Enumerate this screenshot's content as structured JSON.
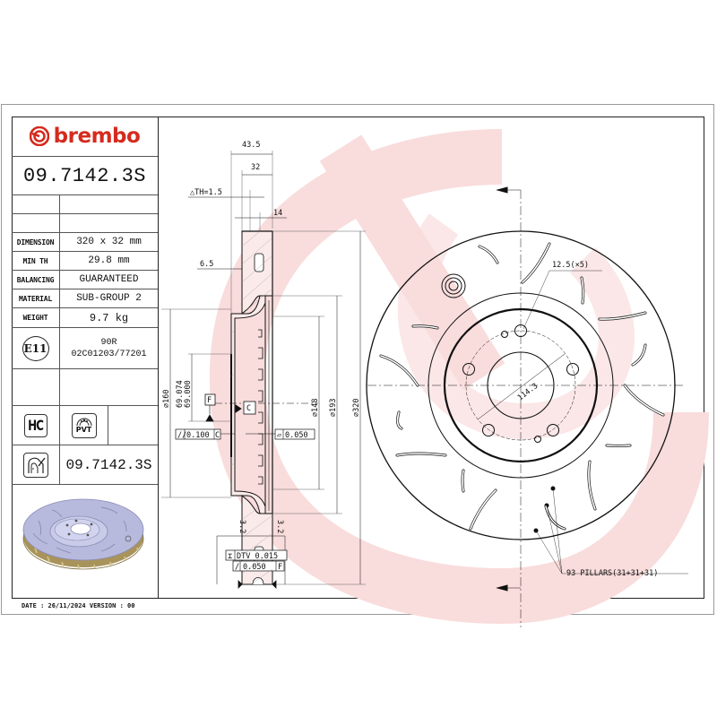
{
  "header": {
    "brand": "brembo",
    "part_number": "09.7142.3S"
  },
  "specs": [
    {
      "label": "DIMENSION",
      "value": "320 x 32 mm"
    },
    {
      "label": "MIN TH",
      "value": "29.8 mm"
    },
    {
      "label": "BALANCING",
      "value": "GUARANTEED"
    },
    {
      "label": "MATERIAL",
      "value": "SUB-GROUP 2"
    },
    {
      "label": "WEIGHT",
      "value": "9.7 kg"
    }
  ],
  "homologation": {
    "mark": "E11",
    "line1": "90R",
    "line2": "02C01203/77201"
  },
  "badges": {
    "hc": "HC",
    "pvt": "PVT"
  },
  "product_line": {
    "part_number": "09.7142.3S"
  },
  "footer": {
    "text": "DATE : 26/11/2024 VERSION : 00"
  },
  "section_view": {
    "dim_overall_width": "43.5",
    "dim_thickness": "32",
    "dim_delta_th": "△TH=1.5",
    "dim_vane": "14",
    "dim_hat_wall": "6.5",
    "dia_160": "⌀160",
    "dia_bore_max": "69.074",
    "dia_bore_min": "69.000",
    "dia_bore_symbol": "⌀",
    "dia_148": "⌀148",
    "dia_193": "⌀193",
    "dia_320": "⌀320",
    "datum_f": "F",
    "datum_c": "C",
    "parallelism": "0.100",
    "parallelism_datum": "C",
    "flatness": "0.050",
    "dtv": "DTV 0.015",
    "runout": "0.050",
    "runout_datum": "F",
    "roughness_left": "3.2",
    "roughness_right": "3.2"
  },
  "front_view": {
    "bolt_hole": "12.5(×5)",
    "pcd": "114.3",
    "pillars": "93 PILLARS(31+31+31)"
  },
  "colors": {
    "brand_red": "#d52b1e",
    "watermark": "#f8dada",
    "line": "#111111",
    "disc_render": "#b7b9dd",
    "disc_vanes": "#c9a85a"
  }
}
